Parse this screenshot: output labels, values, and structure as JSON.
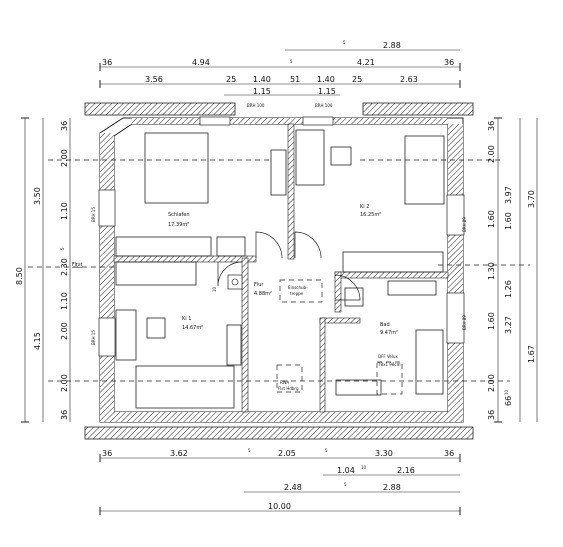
{
  "plan": {
    "rooms": {
      "schlafen": {
        "name": "Schlafen",
        "area": "17.39m²"
      },
      "ki2": {
        "name": "Ki 2",
        "area": "16.25m²"
      },
      "flur": {
        "name": "Flur",
        "area": "4.88m²"
      },
      "ki1": {
        "name": "Ki 1",
        "area": "14.67m²"
      },
      "bad": {
        "name": "Bad",
        "area": "9.47m²"
      }
    },
    "labels": {
      "brh100_left": "BRH 100",
      "brh100_right": "BRH 100",
      "brh15_upper": "BRH 15",
      "brh15_lower": "BRH 15",
      "brh89_upper": "BRH 89",
      "brh89_lower": "BRH 89",
      "first": "First",
      "stair_line1": "Einschub-",
      "stair_line2": "treppe",
      "hatch_line1": "RWA",
      "hatch_line2": "Flst Hdbrg",
      "velux_line1": "DFF Velux",
      "velux_line2": "78x1 98cm",
      "door_small": "10"
    },
    "dims_top": {
      "r1": [
        "2.88"
      ],
      "r1_sup": [
        "5"
      ],
      "r2": [
        "36",
        "4.94",
        "5",
        "4.21",
        "36"
      ],
      "r3": [
        "3.56",
        "25",
        "1.40",
        "51",
        "1.40",
        "25",
        "2.63"
      ],
      "r4": [
        "1.15",
        "1.15"
      ]
    },
    "dims_bottom": {
      "r1": [
        "36",
        "3.62",
        "5",
        "2.05",
        "5",
        "3.30",
        "36"
      ],
      "r2": [
        "1.04",
        "10",
        "2.16"
      ],
      "r3": [
        "2.48",
        "5",
        "2.88"
      ],
      "r4": [
        "10.00"
      ]
    },
    "dims_left": {
      "outer": [
        "8.50"
      ],
      "mid": [
        "3.50",
        "4.15"
      ],
      "inner": [
        "36",
        "2.00",
        "1.10",
        "5",
        "2.30",
        "1.10",
        "2.00",
        "2.00",
        "36"
      ]
    },
    "dims_right": {
      "inner": [
        "36",
        "2.00",
        "1.60",
        "1.30",
        "1.60",
        "2.00",
        "36"
      ],
      "mid": [
        "3.97",
        "1.60",
        "1.26",
        "3.27",
        "10",
        "66"
      ],
      "outer": [
        "3.70",
        "1.67"
      ]
    }
  }
}
